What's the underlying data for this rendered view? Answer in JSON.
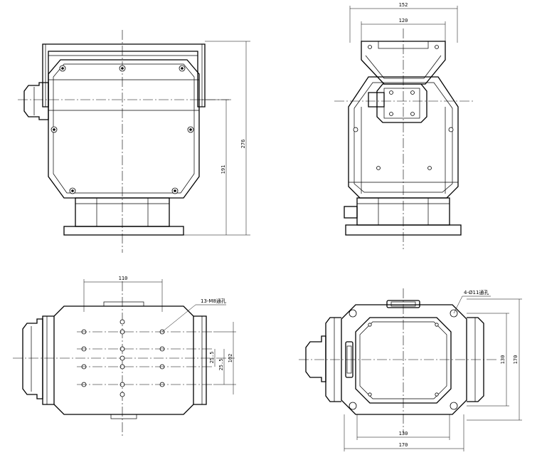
{
  "front_view": {
    "dim_height_total": "276",
    "dim_height_center": "191"
  },
  "side_view": {
    "dim_width_outer": "152",
    "dim_width_inner": "120"
  },
  "top_view": {
    "dim_width": "110",
    "note_holes": "13-M8通孔",
    "dim_a": "25.5",
    "dim_b": "25.5",
    "dim_c": "102"
  },
  "bottom_view": {
    "note_holes": "4-Ø11通孔",
    "dim_width_inner": "130",
    "dim_width_outer": "170",
    "dim_height_inner": "130",
    "dim_height_outer": "170"
  }
}
